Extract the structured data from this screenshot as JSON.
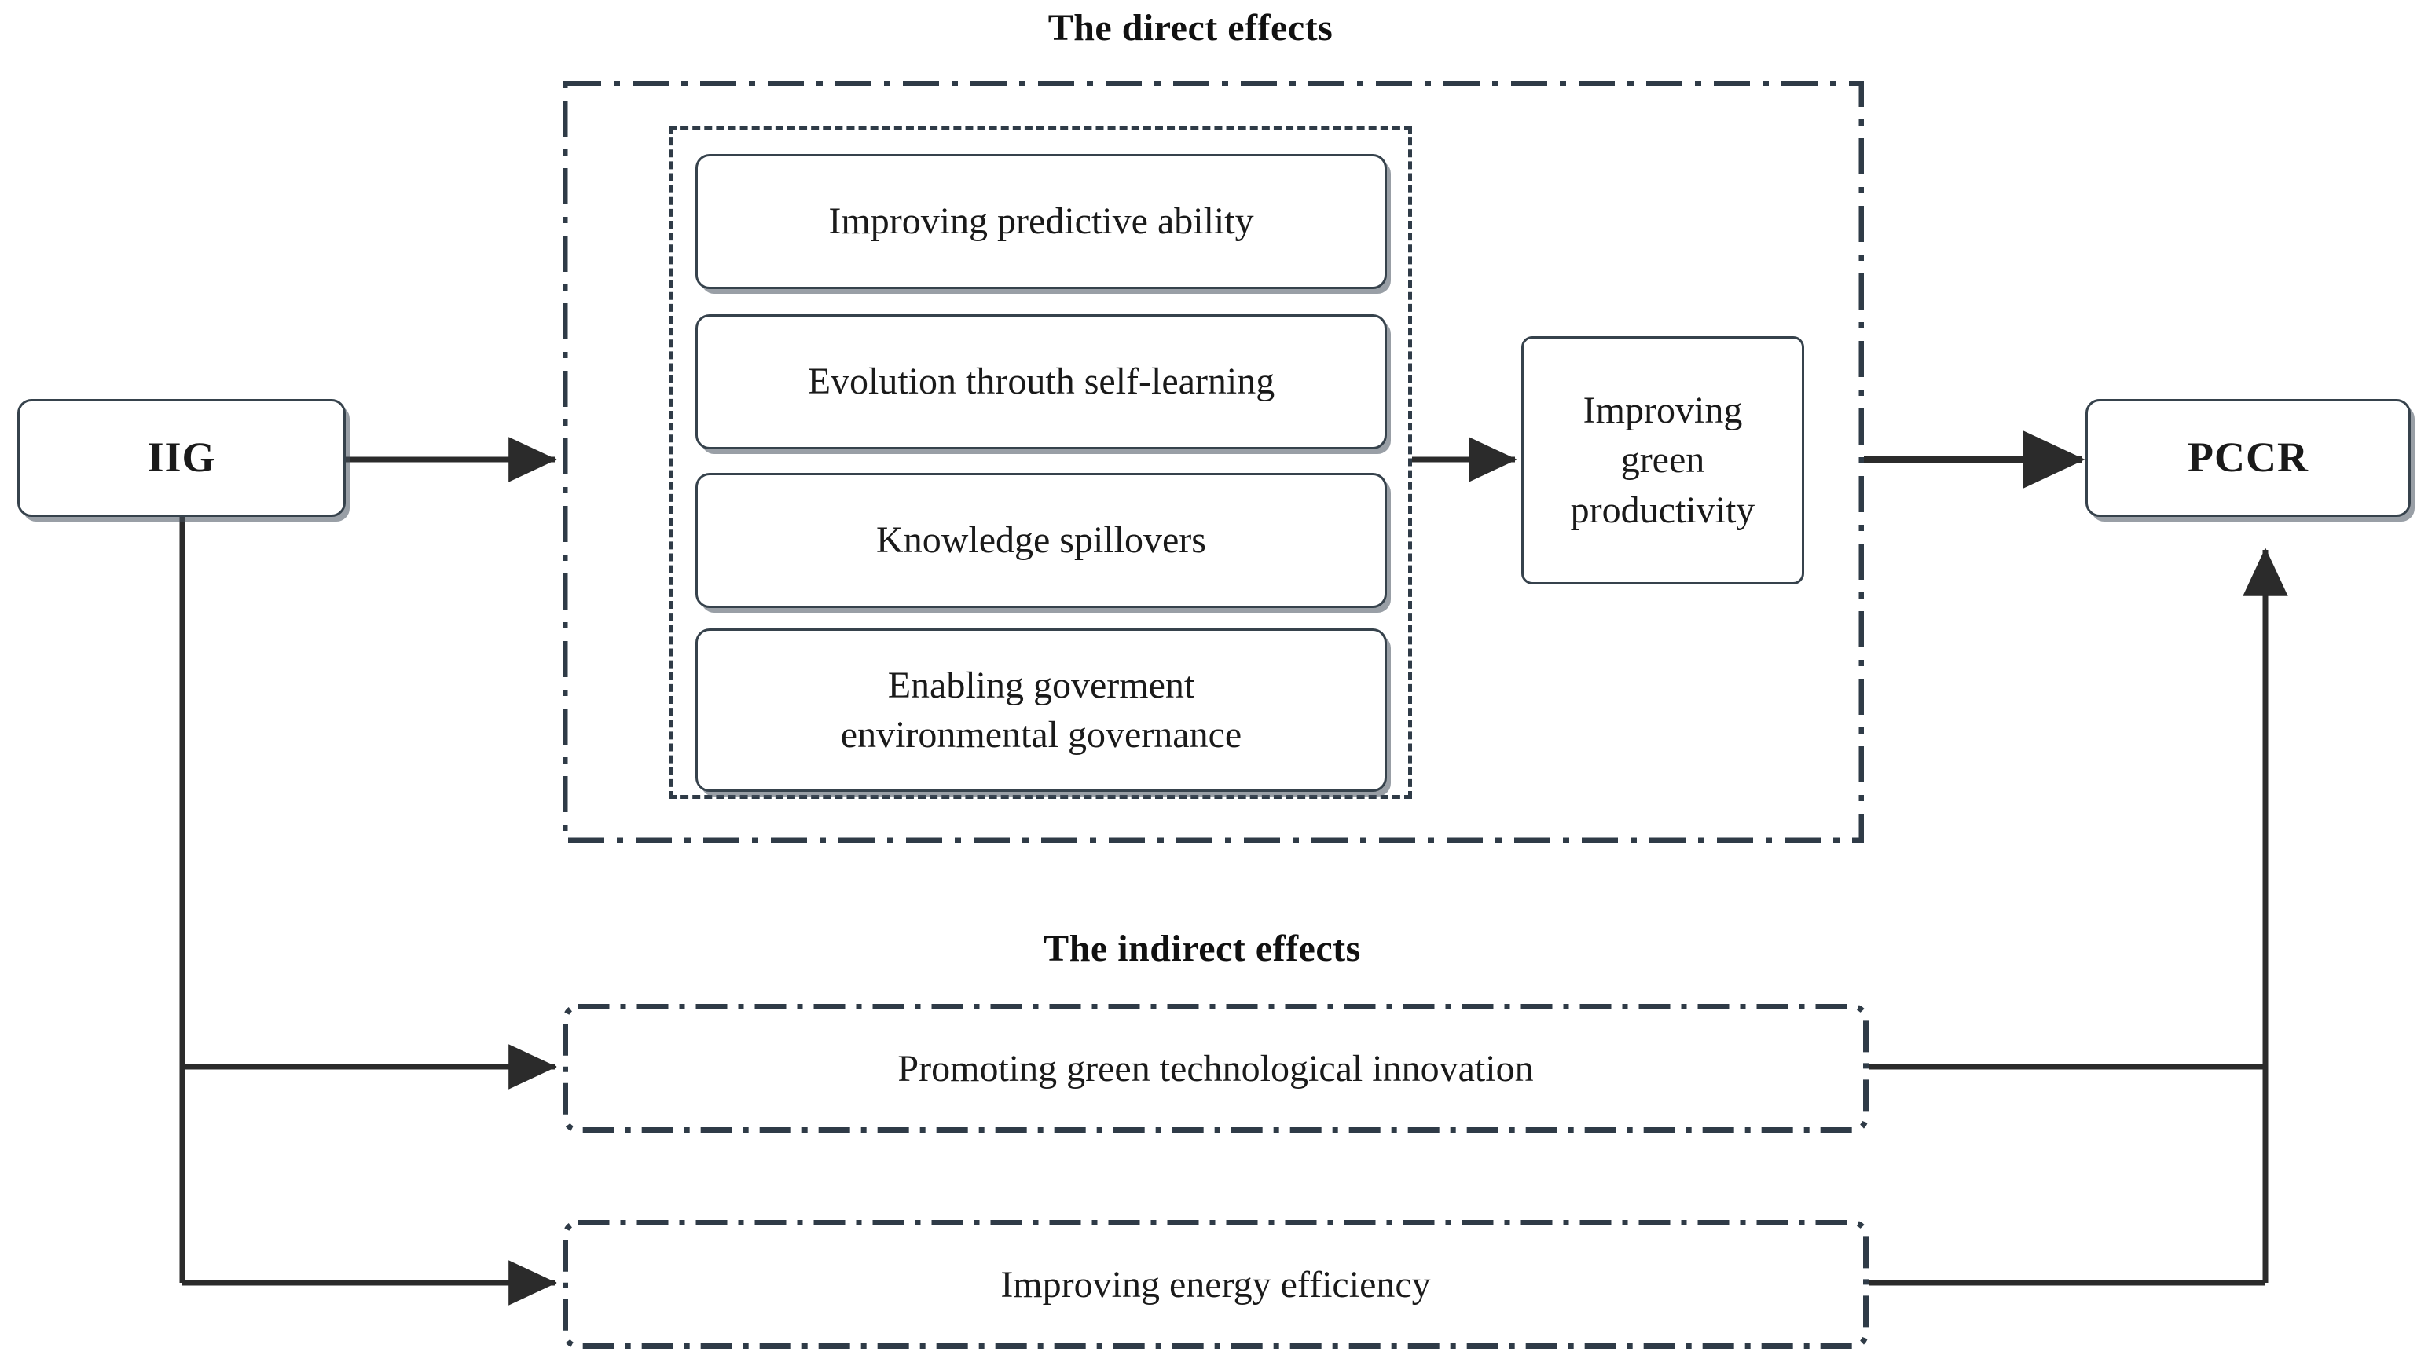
{
  "diagram": {
    "title_direct": "The direct effects",
    "title_indirect": "The indirect effects",
    "source_node": {
      "label": "IIG"
    },
    "outcome_node": {
      "label": "PCCR"
    },
    "mediator_node": {
      "label": "Improving\ngreen\nproductivity"
    },
    "direct_mechanisms": [
      {
        "label": "Improving predictive ability"
      },
      {
        "label": "Evolution throuth  self-learning"
      },
      {
        "label": "Knowledge spillovers"
      },
      {
        "label": "Enabling goverment\nenvironmental governance"
      }
    ],
    "indirect_channels": [
      {
        "label": "Promoting green technological innovation"
      },
      {
        "label": "Improving energy efficiency"
      }
    ],
    "colors": {
      "line": "#2b2b2b",
      "box_border": "#36424c",
      "dash_border": "#2f3b47",
      "text": "#1a1a1a",
      "background": "#ffffff"
    }
  }
}
